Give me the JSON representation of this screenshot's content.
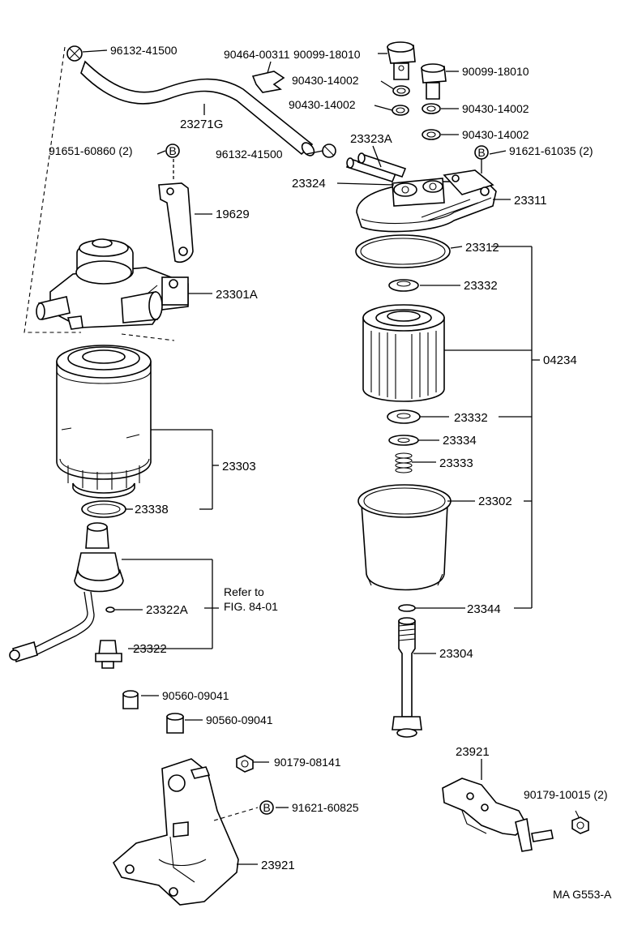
{
  "labels": {
    "p96132_41500_a": "96132-41500",
    "p90464_00311": "90464-00311",
    "p90099_18010_a": "90099-18010",
    "p90099_18010_b": "90099-18010",
    "p90430_14002_a": "90430-14002",
    "p90430_14002_b": "90430-14002",
    "p90430_14002_c": "90430-14002",
    "p90430_14002_d": "90430-14002",
    "p23271G": "23271G",
    "p96132_41500_b": "96132-41500",
    "p23323A": "23323A",
    "p91651_60860": "91651-60860 (2)",
    "p91621_61035": "91621-61035 (2)",
    "p23324": "23324",
    "p23311": "23311",
    "p19629": "19629",
    "p23312": "23312",
    "p23332_a": "23332",
    "p23301A": "23301A",
    "p04234": "04234",
    "p23303": "23303",
    "p23332_b": "23332",
    "p23334": "23334",
    "p23333": "23333",
    "p23338": "23338",
    "p23302": "23302",
    "refer_line1": "Refer to",
    "refer_line2": "FIG. 84-01",
    "p23322A": "23322A",
    "p23344": "23344",
    "p23322": "23322",
    "p23304": "23304",
    "p90560_09041_a": "90560-09041",
    "p90560_09041_b": "90560-09041",
    "p23921_a": "23921",
    "p90179_08141": "90179-08141",
    "p90179_10015": "90179-10015 (2)",
    "p91621_60825": "91621-60825",
    "p23921_b": "23921",
    "bolt_marker": "B",
    "figure_code": "MA G553-A"
  }
}
